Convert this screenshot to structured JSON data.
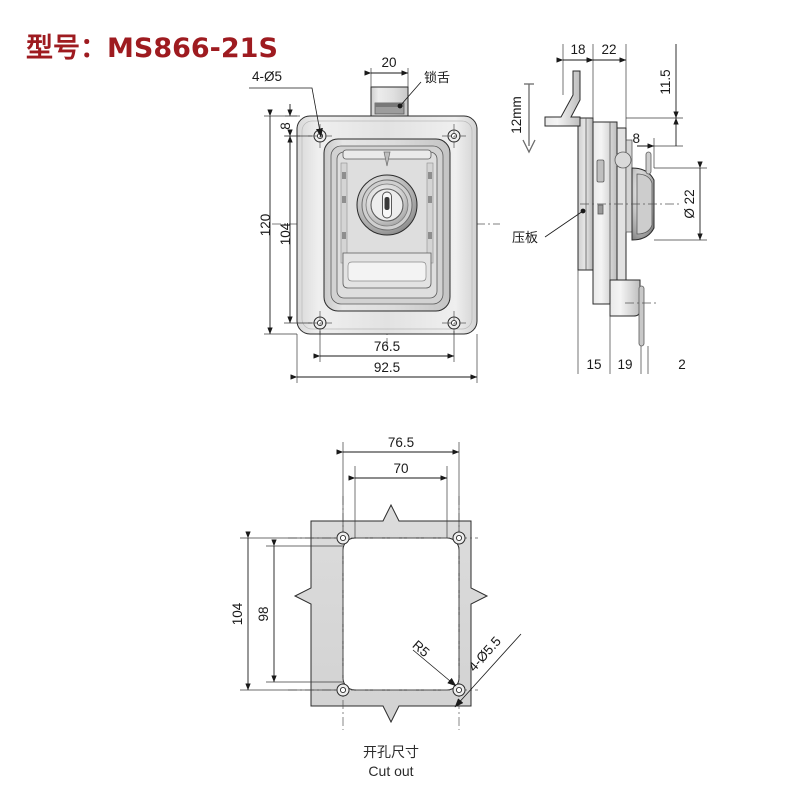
{
  "header": {
    "label": "型号：",
    "model": "MS866-21S",
    "full": "型号：MS866-21S",
    "color": "#9e1b20"
  },
  "views": {
    "front": {
      "name": "front-view",
      "dimensions": {
        "hole_callout": "4-Ø5",
        "hole_edge_offset": "8",
        "latch_width": "20",
        "latch_label": "锁舌",
        "overall_height": "120",
        "hole_pitch_vertical": "104",
        "hole_pitch_horizontal": "76.5",
        "overall_width": "92.5"
      }
    },
    "side": {
      "name": "side-view",
      "dimensions": {
        "depth_a": "18",
        "depth_b": "22",
        "height_top": "11.5",
        "panel_thickness_note": "12mm",
        "offset_8": "8",
        "cylinder_dia": "Ø 22",
        "pressure_plate_label": "压板",
        "bottom_a": "15",
        "bottom_b": "19",
        "bottom_c": "2"
      }
    },
    "cutout": {
      "name": "cutout-view",
      "dimensions": {
        "hole_pitch_horizontal": "76.5",
        "cut_width": "70",
        "hole_pitch_vertical": "104",
        "cut_height": "98",
        "corner_radius": "R5",
        "mounting_holes": "4-Ø5.5"
      },
      "caption_cn": "开孔尺寸",
      "caption_en": "Cut out"
    }
  }
}
